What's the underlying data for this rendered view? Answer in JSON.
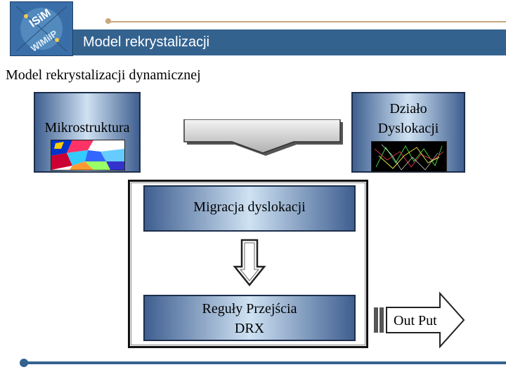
{
  "header": {
    "title": "Model rekrystalizacji"
  },
  "subtitle": "Model rekrystalizacji dynamicznej",
  "boxes": {
    "mikrostruktura": "Mikrostruktura",
    "dzialo_line1": "Działo",
    "dzialo_line2": "Dyslokacji",
    "migracja": "Migracja dyslokacji",
    "reguly_line1": "Reguły Przejścia",
    "reguly_line2": "DRX"
  },
  "output": {
    "label": "Out Put"
  },
  "logo": {
    "text_top": "ISiM",
    "text_bottom": "WIMiIP"
  },
  "colors": {
    "header_bar": "#33628f",
    "accent_line": "#c9a77e",
    "box_edge": "#3f5f90",
    "box_center": "#cfe2f3"
  }
}
